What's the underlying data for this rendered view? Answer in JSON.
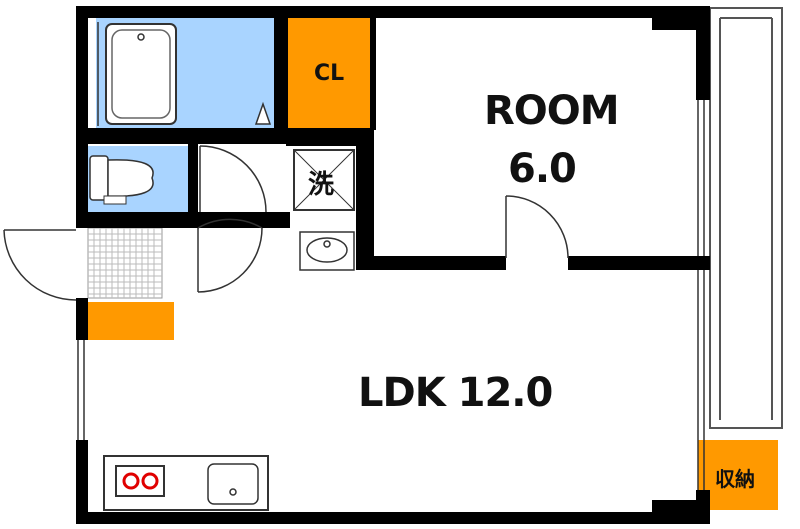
{
  "plan": {
    "room": {
      "name": "ROOM",
      "area": "6.0"
    },
    "ldk": {
      "label": "LDK 12.0"
    },
    "closet": {
      "label": "CL"
    },
    "storage": {
      "label": "収納"
    },
    "washer": {
      "label": "洗"
    }
  },
  "colors": {
    "wall": "#000000",
    "wet_area": "#a9d4ff",
    "storage": "#ff9900",
    "tile": "#bfbfbf",
    "stove_burner": "#e00000",
    "fixture": "#ffffff"
  },
  "icons": [
    "bathtub-icon",
    "toilet-icon",
    "washbasin-icon",
    "washing-machine-pan-icon",
    "stove-icon",
    "sink-icon"
  ]
}
